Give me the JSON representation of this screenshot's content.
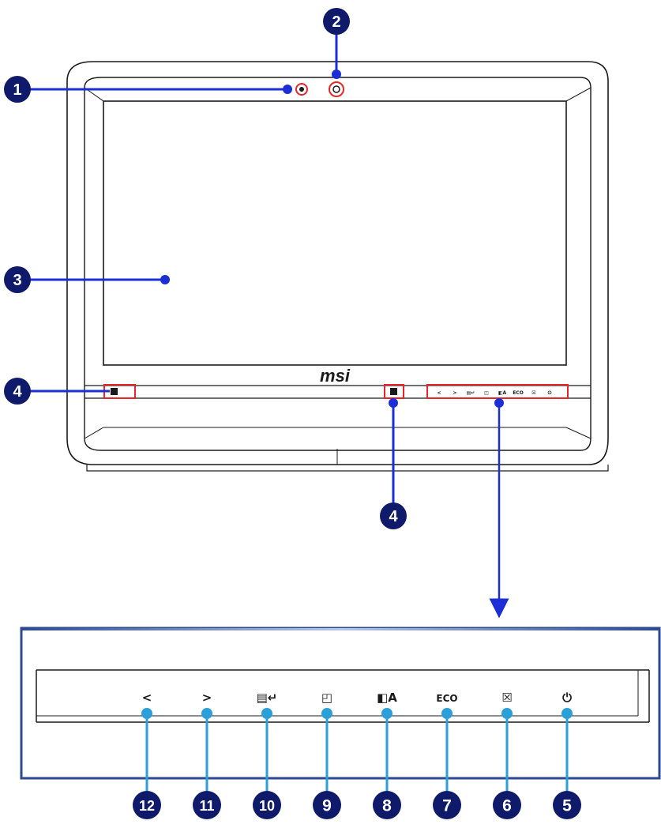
{
  "logo": "msi",
  "colors": {
    "outline": "#1a1a1a",
    "highlight": "#e8262a",
    "pointer_blue": "#1c2fd6",
    "callout_dark": "#0f1a6b",
    "callout_light": "#2a9fd8",
    "panel_blue": "#2b4a8f"
  },
  "top_callouts": [
    {
      "number": "1",
      "target": "ambient-light-sensor"
    },
    {
      "number": "2",
      "target": "webcam"
    },
    {
      "number": "3",
      "target": "screen"
    },
    {
      "number": "4",
      "target": "left-speaker"
    },
    {
      "number": "4",
      "target": "right-speaker"
    }
  ],
  "bar_glyphs": [
    "<",
    ">",
    "▤↵",
    "◰",
    "◧A",
    "ECO",
    "☒",
    "⏻"
  ],
  "panel_buttons": [
    {
      "number": "12",
      "glyph": "<",
      "icon": "left-arrow-icon"
    },
    {
      "number": "11",
      "glyph": ">",
      "icon": "right-arrow-icon"
    },
    {
      "number": "10",
      "glyph": "▤↵",
      "icon": "menu-enter-icon"
    },
    {
      "number": "9",
      "glyph": "◰",
      "icon": "input-source-icon"
    },
    {
      "number": "8",
      "glyph": "◧A",
      "icon": "auto-adjust-icon"
    },
    {
      "number": "7",
      "glyph": "ECO",
      "icon": "eco-icon"
    },
    {
      "number": "6",
      "glyph": "☒",
      "icon": "display-off-icon"
    },
    {
      "number": "5",
      "glyph": "⏻",
      "icon": "power-icon"
    }
  ]
}
